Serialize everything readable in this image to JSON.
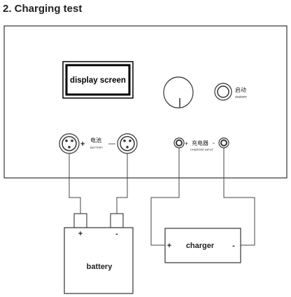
{
  "heading": "2. Charging test",
  "panel": {
    "display_label": "display screen",
    "switch_label_cn": "启动",
    "switch_label_en": "ON/OFF",
    "battery_port": {
      "plus": "+",
      "minus": "—",
      "label_cn": "电池",
      "label_en": "BATTERY"
    },
    "charger_port": {
      "plus": "+",
      "minus": "-",
      "label_cn": "充电器",
      "label_en": "CHARGER INPUT"
    }
  },
  "battery": {
    "label": "battery",
    "plus": "+",
    "minus": "-"
  },
  "charger": {
    "label": "charger",
    "plus": "+",
    "minus": "-"
  }
}
